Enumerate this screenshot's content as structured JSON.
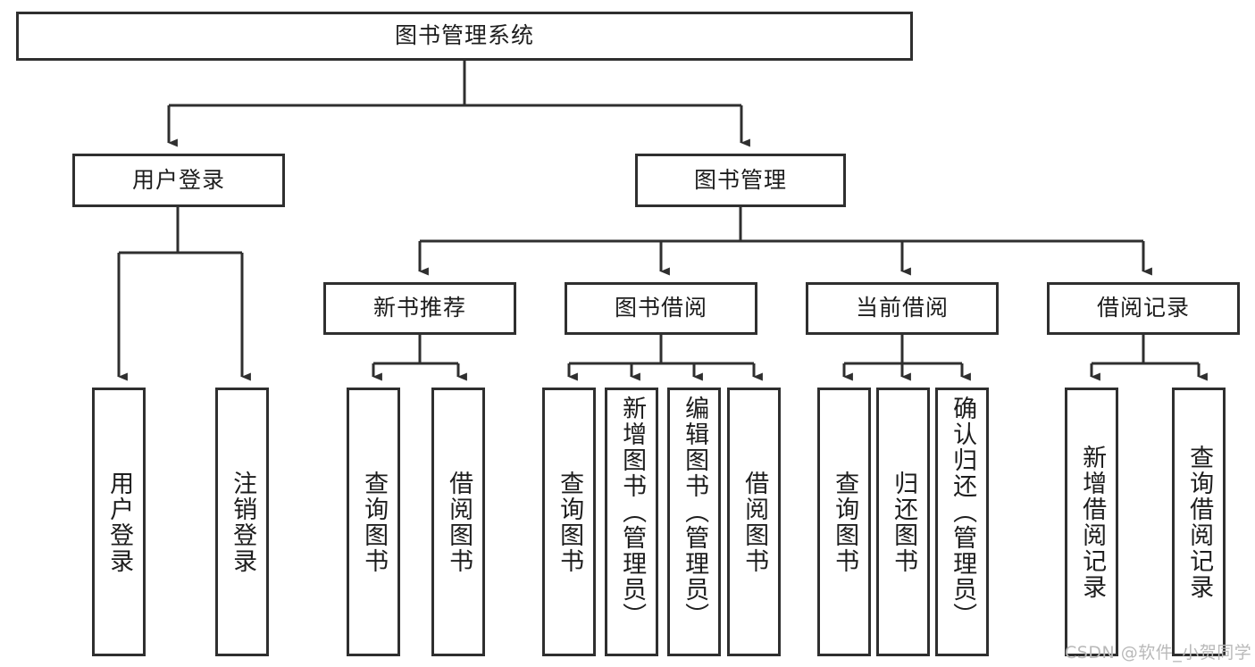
{
  "diagram": {
    "type": "tree-hierarchy-chart",
    "title": "图书管理系统",
    "colors": {
      "box_border": "#2f2f2f",
      "box_fill": "#ffffff",
      "connector": "#2f2f2f",
      "text": "#1d1d1d",
      "watermark": "#b9b9b9",
      "background": "#ffffff"
    },
    "root": {
      "label": "图书管理系统"
    },
    "level1": [
      {
        "label": "用户登录"
      },
      {
        "label": "图书管理"
      }
    ],
    "level2": [
      {
        "label": "新书推荐"
      },
      {
        "label": "图书借阅"
      },
      {
        "label": "当前借阅"
      },
      {
        "label": "借阅记录"
      }
    ],
    "leaves": {
      "user_login": [
        {
          "label": "用户登录"
        },
        {
          "label": "注销登录"
        }
      ],
      "new_book_recommend": [
        {
          "label": "查询图书"
        },
        {
          "label": "借阅图书"
        }
      ],
      "book_borrow": [
        {
          "label": "查询图书"
        },
        {
          "label": "新增图书（管理员）"
        },
        {
          "label": "编辑图书（管理员）"
        },
        {
          "label": "借阅图书"
        }
      ],
      "current_borrow": [
        {
          "label": "查询图书"
        },
        {
          "label": "归还图书"
        },
        {
          "label": "确认归还（管理员）"
        }
      ],
      "borrow_record": [
        {
          "label": "新增借阅记录"
        },
        {
          "label": "查询借阅记录"
        }
      ]
    }
  },
  "watermark": {
    "text": "CSDN @软件_小贺同学"
  }
}
